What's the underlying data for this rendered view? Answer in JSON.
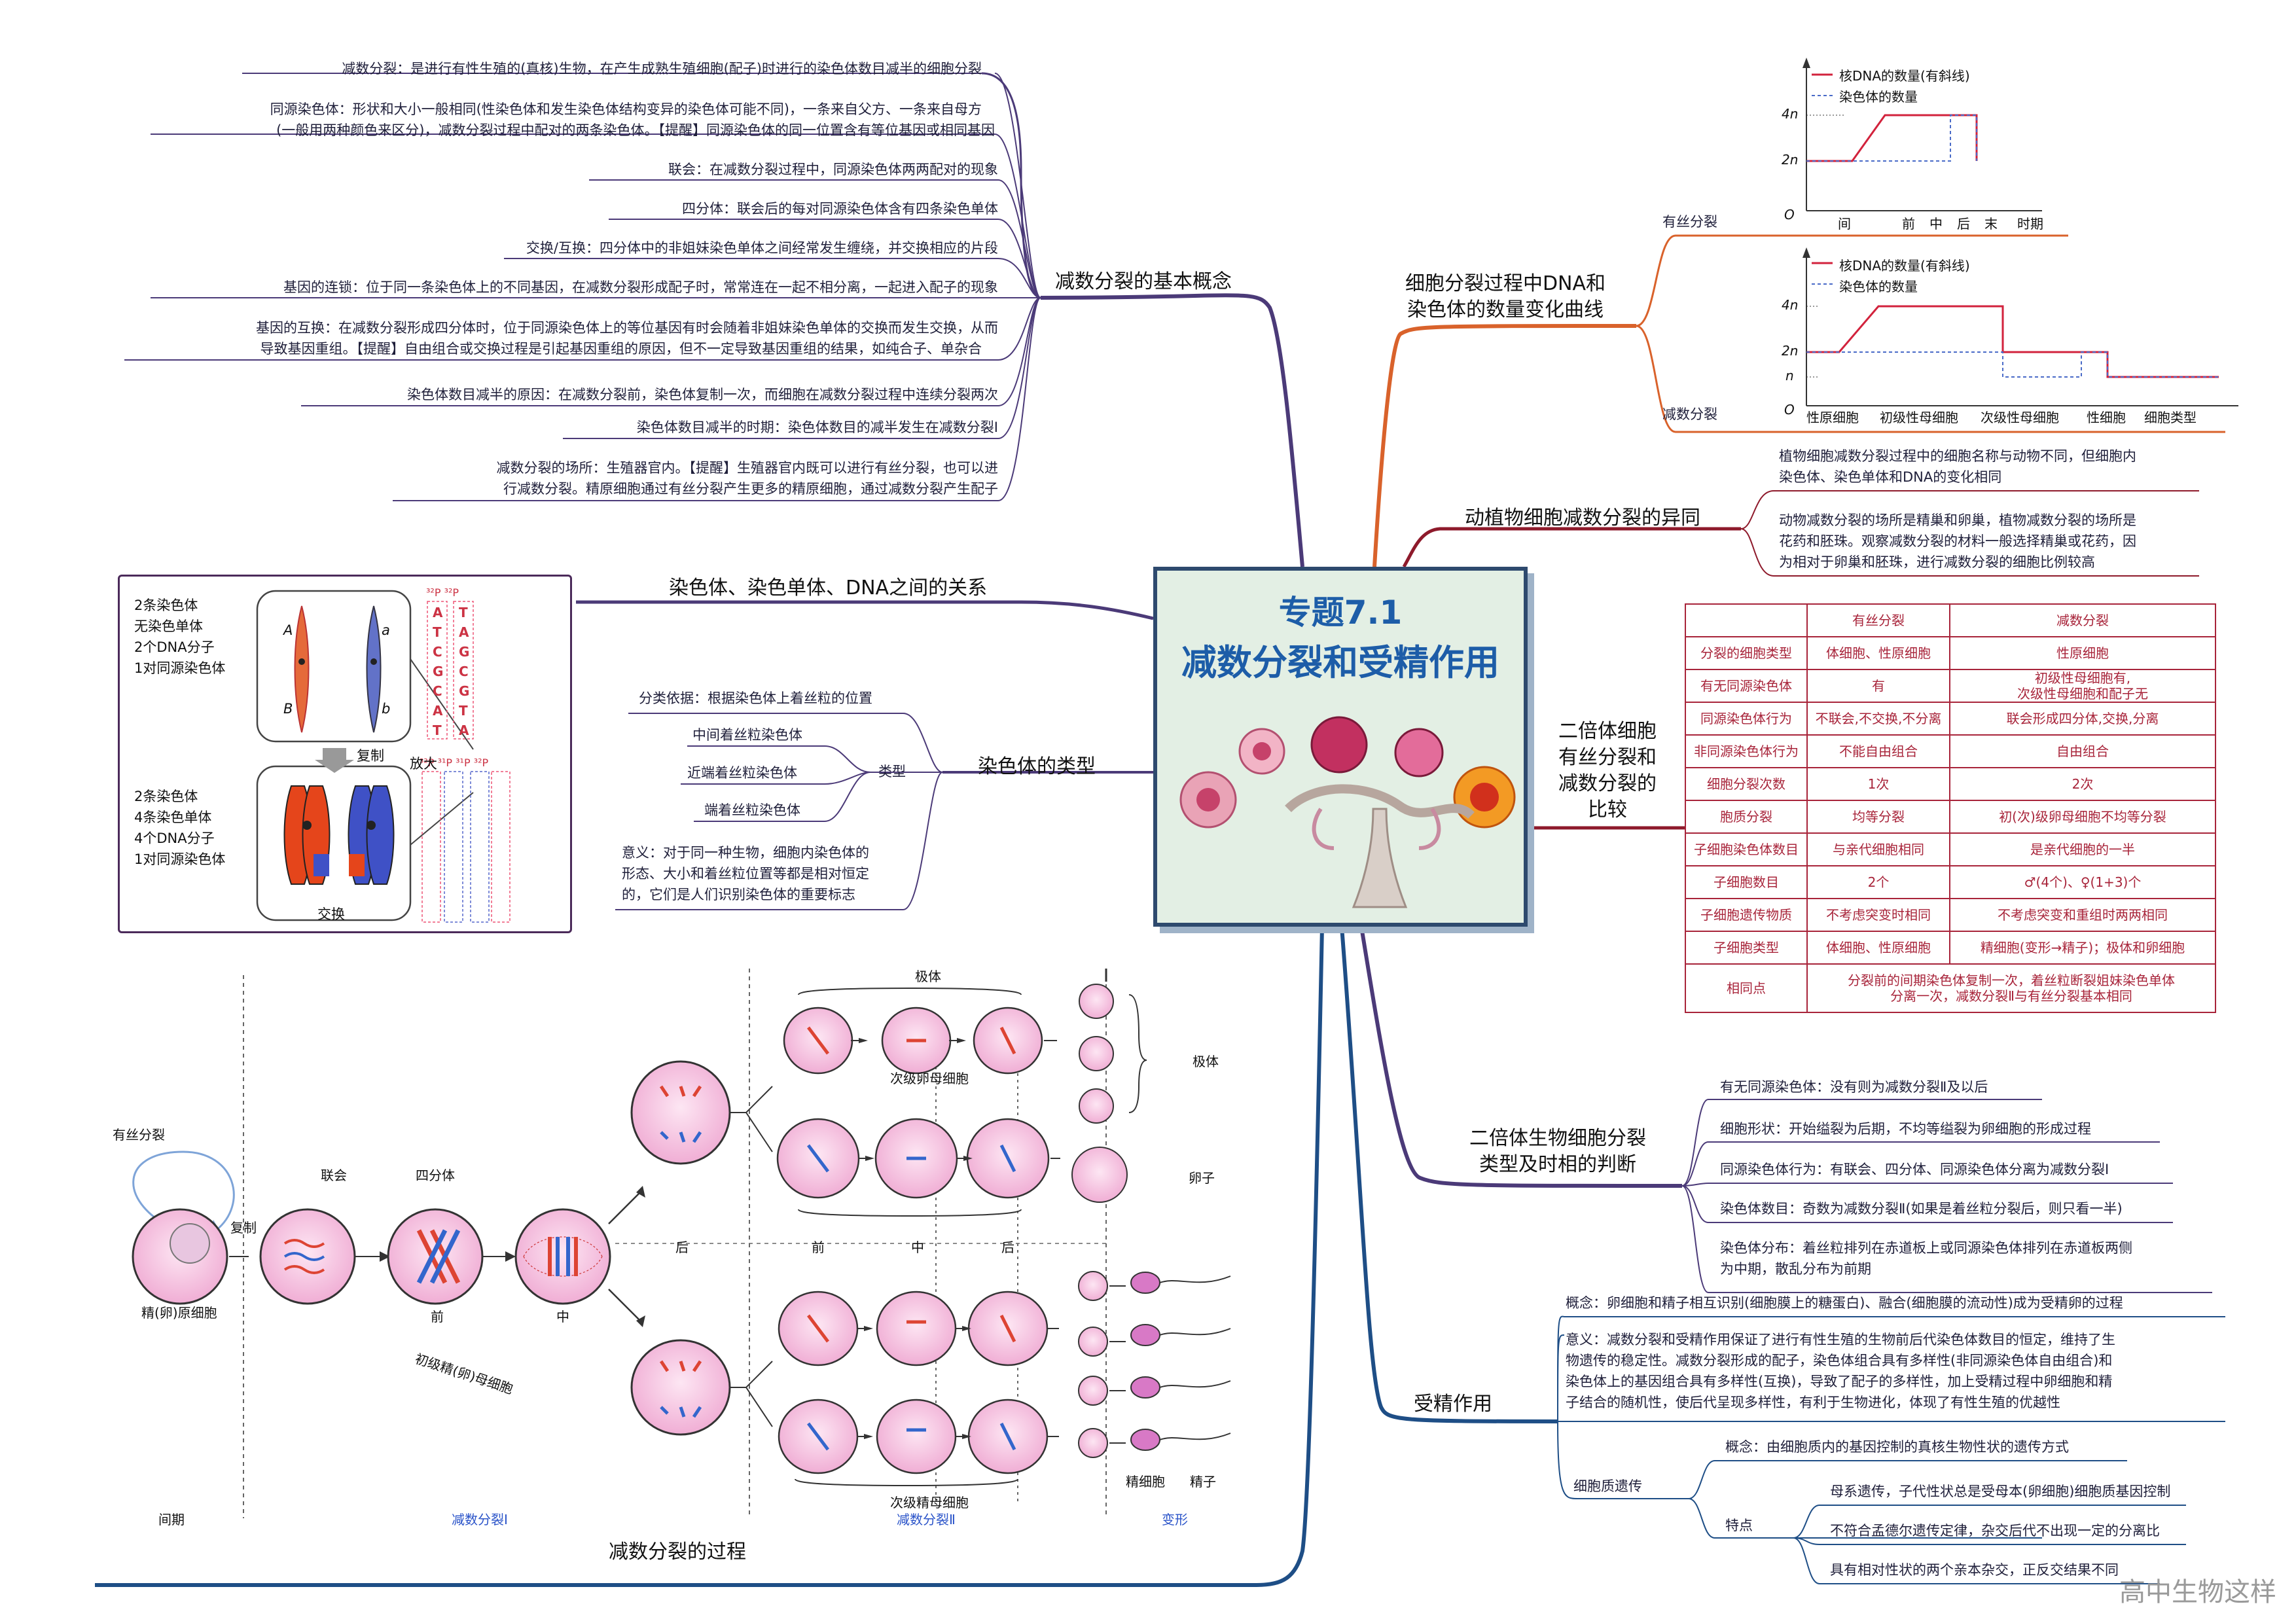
{
  "center": {
    "title1": "专题7.1",
    "title2": "减数分裂和受精作用"
  },
  "basic": {
    "label": "减数分裂的基本概念",
    "items": [
      "减数分裂：是进行有性生殖的(真核)生物，在产生成熟生殖细胞(配子)时进行的染色体数目减半的细胞分裂",
      "同源染色体：形状和大小一般相同(性染色体和发生染色体结构变异的染色体可能不同)，一条来自父方、一条来自母方",
      "(一般用两种颜色来区分)，减数分裂过程中配对的两条染色体。【提醒】同源染色体的同一位置含有等位基因或相同基因",
      "联会：在减数分裂过程中，同源染色体两两配对的现象",
      "四分体：联会后的每对同源染色体含有四条染色单体",
      "交换/互换：四分体中的非姐妹染色单体之间经常发生缠绕，并交换相应的片段",
      "基因的连锁：位于同一条染色体上的不同基因，在减数分裂形成配子时，常常连在一起不相分离，一起进入配子的现象",
      "基因的互换：在减数分裂形成四分体时，位于同源染色体上的等位基因有时会随着非姐妹染色单体的交换而发生交换，从而",
      "导致基因重组。【提醒】自由组合或交换过程是引起基因重组的原因，但不一定导致基因重组的结果，如纯合子、单杂合",
      "染色体数目减半的原因：在减数分裂前，染色体复制一次，而细胞在减数分裂过程中连续分裂两次",
      "染色体数目减半的时期：染色体数目的减半发生在减数分裂Ⅰ",
      "减数分裂的场所：生殖器官内。【提醒】生殖器官内既可以进行有丝分裂，也可以进",
      "行减数分裂。精原细胞通过有丝分裂产生更多的精原细胞，通过减数分裂产生配子"
    ]
  },
  "relation": {
    "label": "染色体、染色单体、DNA之间的关系",
    "top_lines": [
      "2条染色体",
      "无染色单体",
      "2个DNA分子",
      "1对同源染色体"
    ],
    "bottom_lines": [
      "2条染色体",
      "4条染色单体",
      "4个DNA分子",
      "1对同源染色体"
    ],
    "copy": "复制",
    "enlarge": "放大",
    "exchange": "交换",
    "alleles": {
      "A": "A",
      "a": "a",
      "B": "B",
      "b": "b"
    }
  },
  "types": {
    "label": "染色体的类型",
    "basis": "分类依据：根据染色体上着丝粒的位置",
    "sub": "类型",
    "kinds": [
      "中间着丝粒染色体",
      "近端着丝粒染色体",
      "端着丝粒染色体"
    ],
    "meaning": [
      "意义：对于同一种生物，细胞内染色体的",
      "形态、大小和着丝粒位置等都是相对恒定",
      "的，它们是人们识别染色体的重要标志"
    ]
  },
  "process": {
    "label": "减数分裂的过程",
    "mitosis": "有丝分裂",
    "copy": "复制",
    "synapsis": "联会",
    "tetrad": "四分体",
    "early": "前",
    "middle": "中",
    "late": "后",
    "primordial": "精(卵)原细胞",
    "primary": "初级精(卵)母细胞",
    "polar": "极体",
    "secondary_oocyte": "次级卵母细胞",
    "polar_body": "极体",
    "egg": "卵子",
    "secondary_spermatocyte": "次级精母细胞",
    "spermatid": "精细胞",
    "sperm": "精子",
    "phase_interphase": "间期",
    "phase_m1": "减数分裂Ⅰ",
    "phase_m2": "减数分裂Ⅱ",
    "phase_transform": "变形"
  },
  "curves": {
    "label": [
      "细胞分裂过程中DNA和",
      "染色体的数量变化曲线"
    ],
    "mitosis_tag": "有丝分裂",
    "meiosis_tag": "减数分裂",
    "legend_dna": "核DNA的数量(有斜线)",
    "legend_chr": "染色体的数量",
    "y4n": "4n",
    "y2n": "2n",
    "yn": "n",
    "origin": "O",
    "mitosis_x": [
      "间",
      "前",
      "中",
      "后",
      "末",
      "时期"
    ],
    "meiosis_x": [
      "性原细胞",
      "初级性母细胞",
      "次级性母细胞",
      "性细胞",
      "细胞类型"
    ]
  },
  "plant_animal": {
    "label": "动植物细胞减数分裂的异同",
    "p1": [
      "植物细胞减数分裂过程中的细胞名称与动物不同，但细胞内",
      "染色体、染色单体和DNA的变化相同"
    ],
    "p2": [
      "动物减数分裂的场所是精巢和卵巢，植物减数分裂的场所是",
      "花药和胚珠。观察减数分裂的材料一般选择精巢或花药，因",
      "为相对于卵巢和胚珠，进行减数分裂的细胞比例较高"
    ]
  },
  "compare": {
    "label": [
      "二倍体细胞",
      "有丝分裂和",
      "减数分裂的",
      "比较"
    ],
    "header": [
      "",
      "有丝分裂",
      "减数分裂"
    ],
    "rows": [
      [
        "分裂的细胞类型",
        "体细胞、性原细胞",
        "性原细胞"
      ],
      [
        "有无同源染色体",
        "有",
        "初级性母细胞有,\n次级性母细胞和配子无"
      ],
      [
        "同源染色体行为",
        "不联会,不交换,不分离",
        "联会形成四分体,交换,分离"
      ],
      [
        "非同源染色体行为",
        "不能自由组合",
        "自由组合"
      ],
      [
        "细胞分裂次数",
        "1次",
        "2次"
      ],
      [
        "胞质分裂",
        "均等分裂",
        "初(次)级卵母细胞不均等分裂"
      ],
      [
        "子细胞染色体数目",
        "与亲代细胞相同",
        "是亲代细胞的一半"
      ],
      [
        "子细胞数目",
        "2个",
        "♂(4个)、♀(1+3)个"
      ],
      [
        "子细胞遗传物质",
        "不考虑突变时相同",
        "不考虑突变和重组时两两相同"
      ],
      [
        "子细胞类型",
        "体细胞、性原细胞",
        "精细胞(变形→精子)；极体和卵细胞"
      ],
      [
        "相同点",
        "分裂前的间期染色体复制一次，着丝粒断裂姐妹染色单体\n分离一次，减数分裂Ⅱ与有丝分裂基本相同",
        ""
      ]
    ]
  },
  "judge": {
    "label": [
      "二倍体生物细胞分裂",
      "类型及时相的判断"
    ],
    "items": [
      "有无同源染色体：没有则为减数分裂Ⅱ及以后",
      "细胞形状：开始缢裂为后期，不均等缢裂为卵细胞的形成过程",
      "同源染色体行为：有联会、四分体、同源染色体分离为减数分裂Ⅰ",
      "染色体数目：奇数为减数分裂Ⅱ(如果是着丝粒分裂后，则只看一半)",
      "染色体分布：着丝粒排列在赤道板上或同源染色体排列在赤道板两侧",
      "为中期，散乱分布为前期"
    ]
  },
  "fert": {
    "label": "受精作用",
    "concept": "概念：卵细胞和精子相互识别(细胞膜上的糖蛋白)、融合(细胞膜的流动性)成为受精卵的过程",
    "meaning": [
      "意义：减数分裂和受精作用保证了进行有性生殖的生物前后代染色体数目的恒定，维持了生",
      "物遗传的稳定性。减数分裂形成的配子，染色体组合具有多样性(非同源染色体自由组合)和",
      "染色体上的基因组合具有多样性(互换)，导致了配子的多样性，加上受精过程中卵细胞和精",
      "子结合的随机性，使后代呈现多样性，有利于生物进化，体现了有性生殖的优越性"
    ],
    "cyto": "细胞质遗传",
    "cyto_concept": "概念：由细胞质内的基因控制的真核生物性状的遗传方式",
    "feature": "特点",
    "features": [
      "母系遗传，子代性状总是受母本(卵细胞)细胞质基因控制",
      "不符合孟德尔遗传定律，杂交后代不出现一定的分离比",
      "具有相对性状的两个亲本杂交，正反交结果不同"
    ]
  },
  "watermark": "高中生物这样",
  "colors": {
    "purple": "#4b3a78",
    "orange": "#d9622b",
    "darkred": "#8e1a2b",
    "navy": "#1e4e86",
    "blue": "#1f5fa8"
  }
}
